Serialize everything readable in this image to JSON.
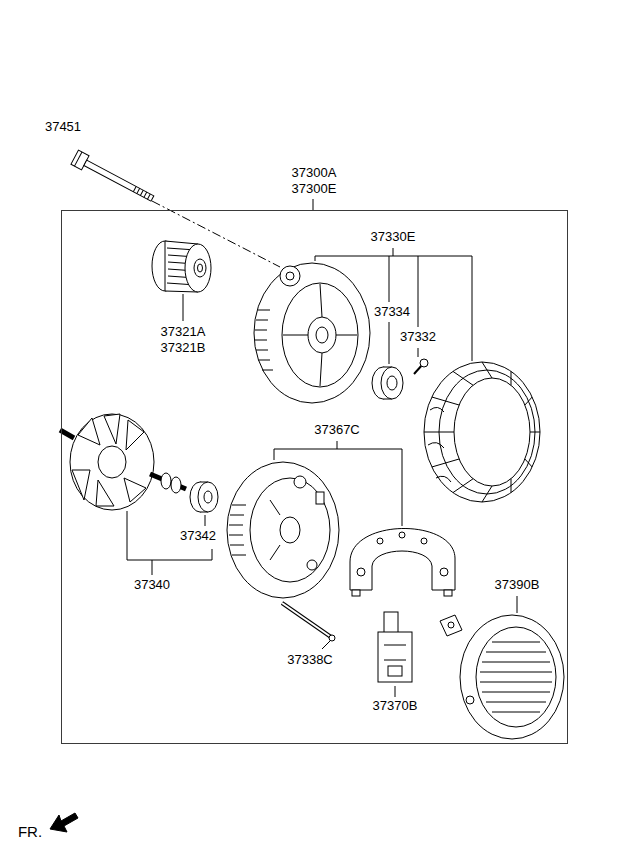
{
  "diagram": {
    "nodes": [
      {
        "text": [
          "37300A 37300E"
        ]
      }
    ],
    "labels": [
      "37451",
      "37321A 37321B",
      "37330E",
      "37334",
      "37332",
      "37367C",
      "37342",
      "37340",
      "37338C",
      "37370B",
      "37390B",
      "FR."
    ]
  }
}
